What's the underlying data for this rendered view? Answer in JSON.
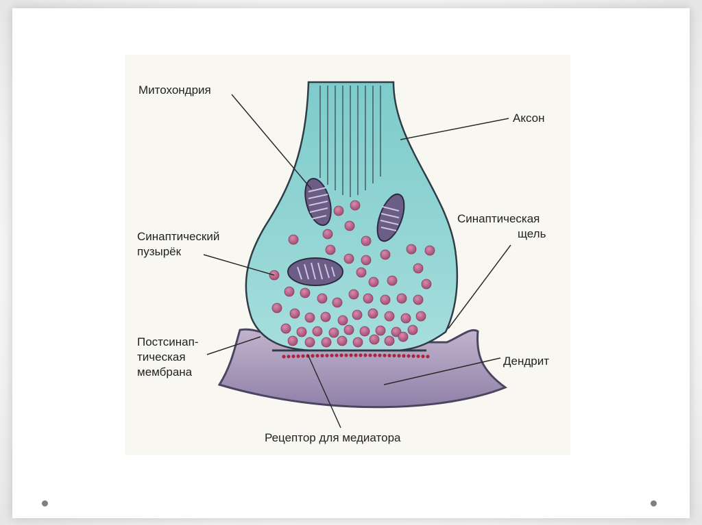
{
  "diagram": {
    "labels": {
      "mitochondria": "Митохондрия",
      "axon": "Аксон",
      "vesicle_line1": "Синаптический",
      "vesicle_line2": "пузырёк",
      "cleft_line1": "Синаптическая",
      "cleft_line2": "щель",
      "postsynaptic_line1": "Постсинап-",
      "postsynaptic_line2": "тическая",
      "postsynaptic_line3": "мембрана",
      "dendrite": "Дендрит",
      "receptor": "Рецептор для медиатора"
    },
    "colors": {
      "terminal_fill": "#8fd3d2",
      "terminal_outline": "#2f3b45",
      "vesicle": "#b65b84",
      "mitochondria": "#6a5e86",
      "dendrite": "#a99aba",
      "receptor": "#a8293f",
      "leader": "#2a2a2a"
    }
  },
  "slide": {
    "nav_dots": [
      "left-dot",
      "right-dot"
    ]
  }
}
